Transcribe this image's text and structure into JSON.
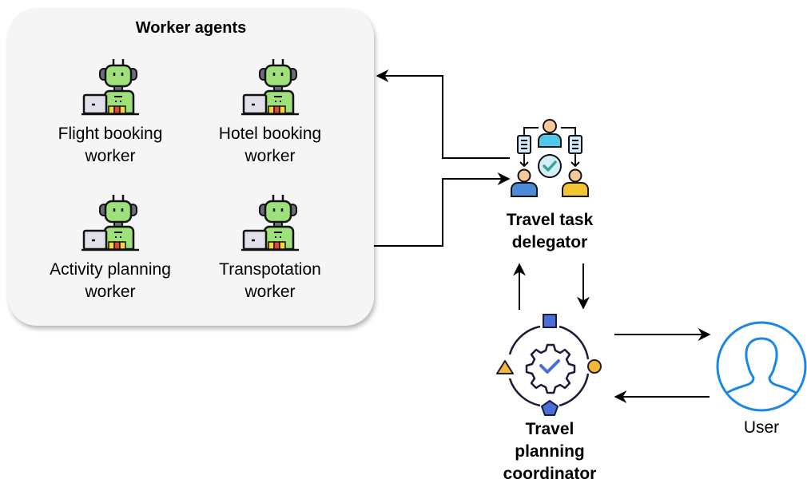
{
  "group": {
    "title": "Worker agents",
    "workers": [
      {
        "line1": "Flight booking",
        "line2": "worker",
        "icon": "robot-worker-icon"
      },
      {
        "line1": "Hotel booking",
        "line2": "worker",
        "icon": "robot-worker-icon"
      },
      {
        "line1": "Activity planning",
        "line2": "worker",
        "icon": "robot-worker-icon"
      },
      {
        "line1": "Transpotation",
        "line2": "worker",
        "icon": "robot-worker-icon"
      }
    ]
  },
  "delegator": {
    "line1": "Travel task",
    "line2": "delegator",
    "icon": "task-delegation-icon"
  },
  "coordinator": {
    "line1": "Travel",
    "line2": "planning",
    "line3": "coordinator",
    "icon": "gear-coordination-icon"
  },
  "user": {
    "label": "User",
    "icon": "user-icon"
  },
  "colors": {
    "robot_green": "#9ee07a",
    "robot_gray": "#6b6b80",
    "laptop": "#e3dfea",
    "accent_blue": "#1a87e6",
    "shape_blue": "#4a6fd8",
    "shape_yellow": "#f5b731",
    "outline": "#1c1c3a"
  }
}
